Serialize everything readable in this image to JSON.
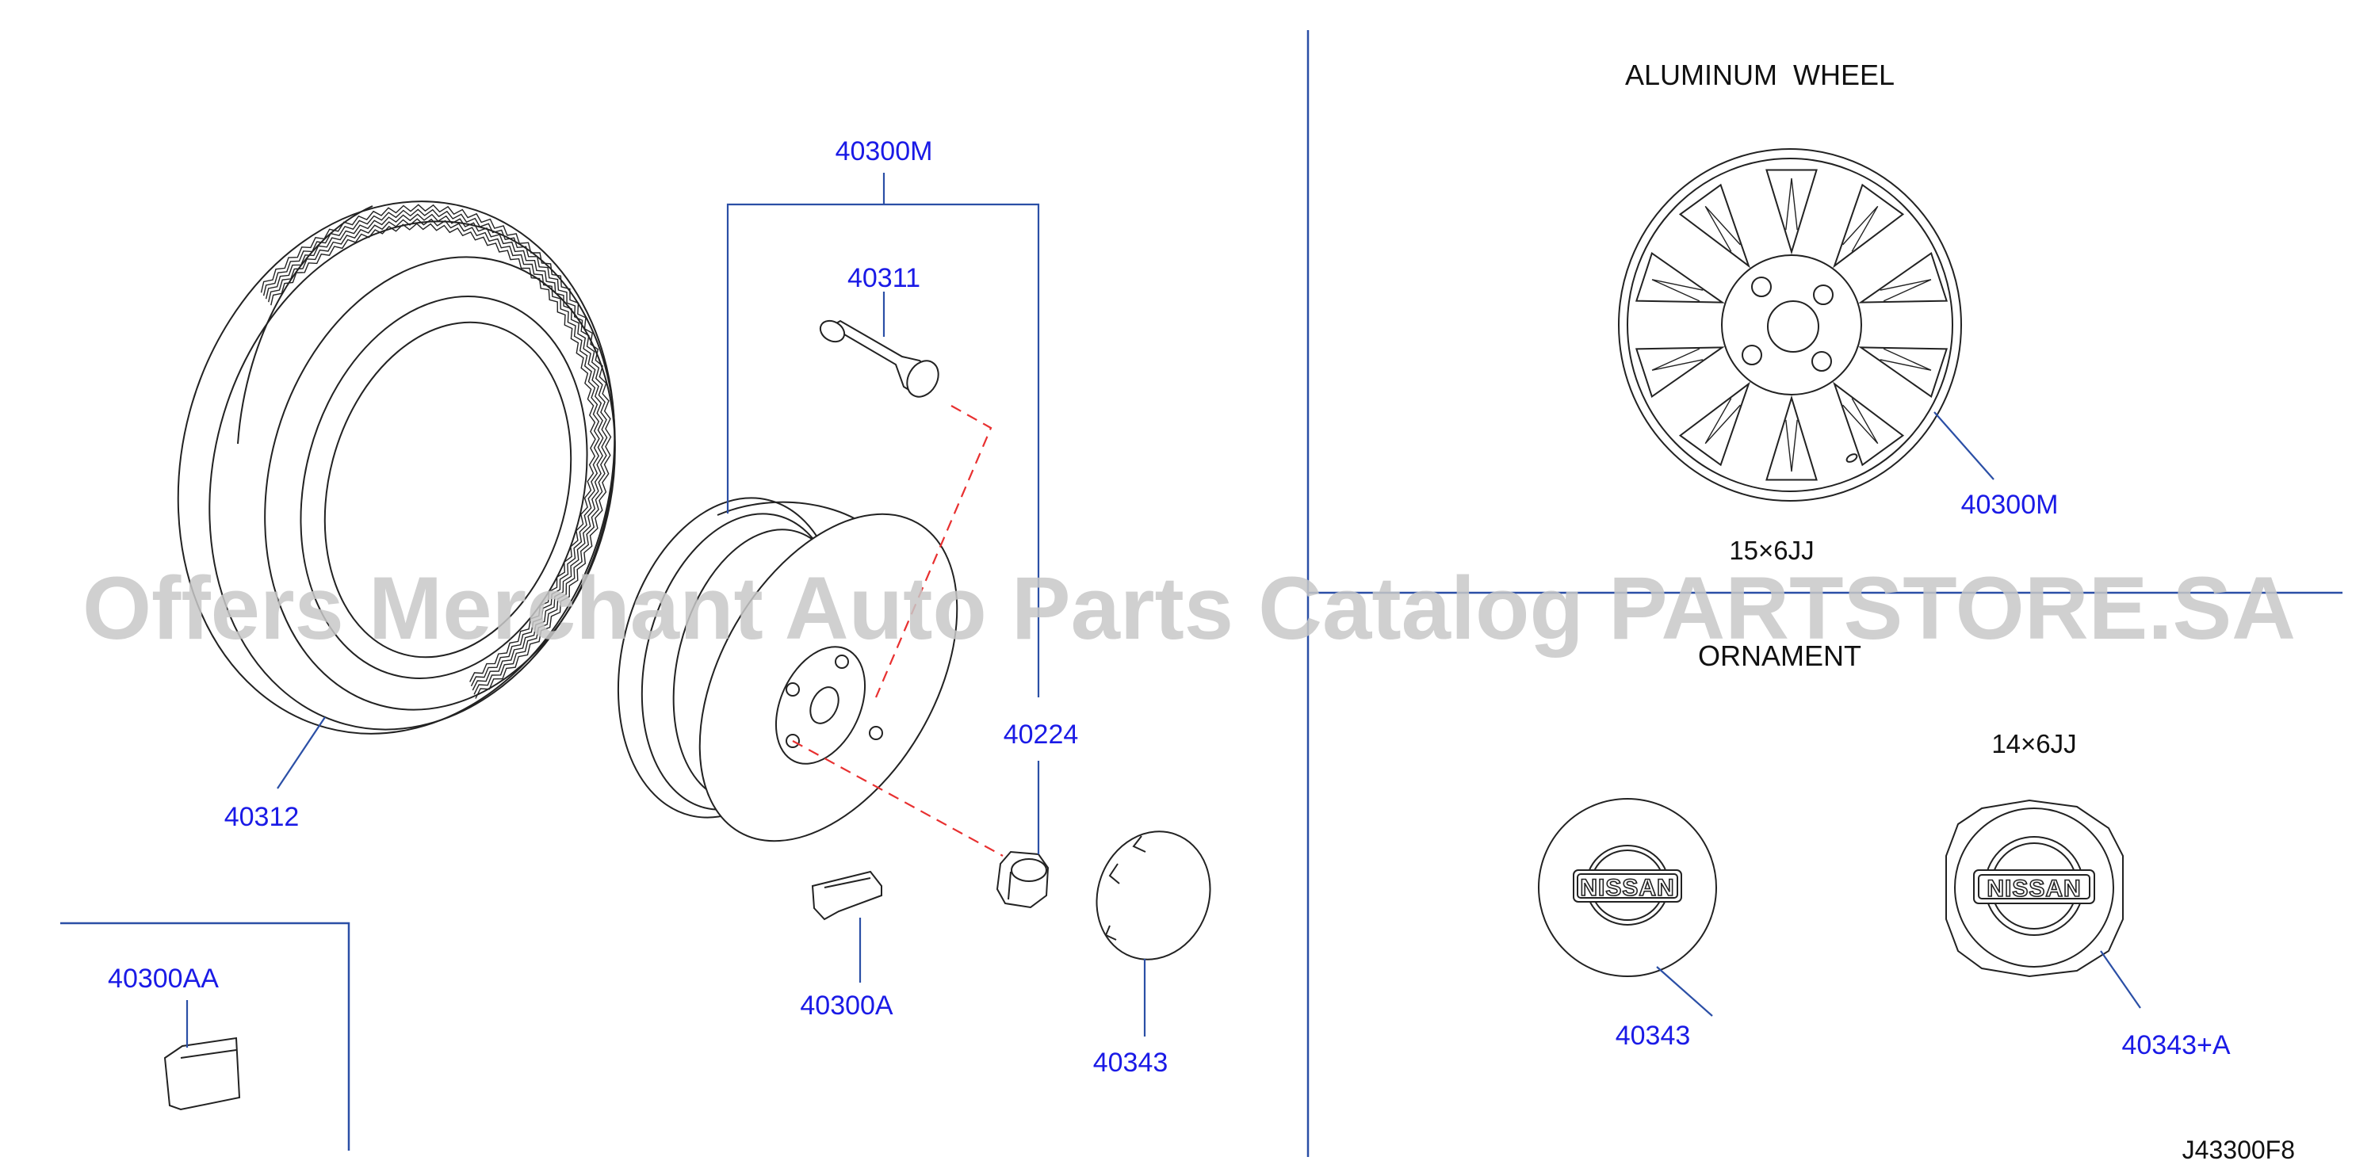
{
  "sections": {
    "aluminum_wheel_heading": "ALUMINUM  WHEEL",
    "ornament_heading": "ORNAMENT"
  },
  "specs": {
    "wheel_size": "15×6JJ",
    "ornament_size": "14×6JJ"
  },
  "parts": {
    "wheel_assy_top": "40300M",
    "valve": "40311",
    "tire": "40312",
    "nut": "40224",
    "weight": "40300AA",
    "weight_clip": "40300A",
    "cap_left": "40343",
    "aluminum_wheel": "40300M",
    "ornament_a": "40343",
    "ornament_b": "40343+A"
  },
  "logo_text": "NISSAN",
  "diagram_code": "J43300F8",
  "watermark": "Offers Merchant Auto Parts Catalog PARTSTORE.SA",
  "colors": {
    "label_blue": "#1a1ae6",
    "leader_blue": "#2b4fa6",
    "dashed_red": "#e83030",
    "ink": "#222222"
  }
}
